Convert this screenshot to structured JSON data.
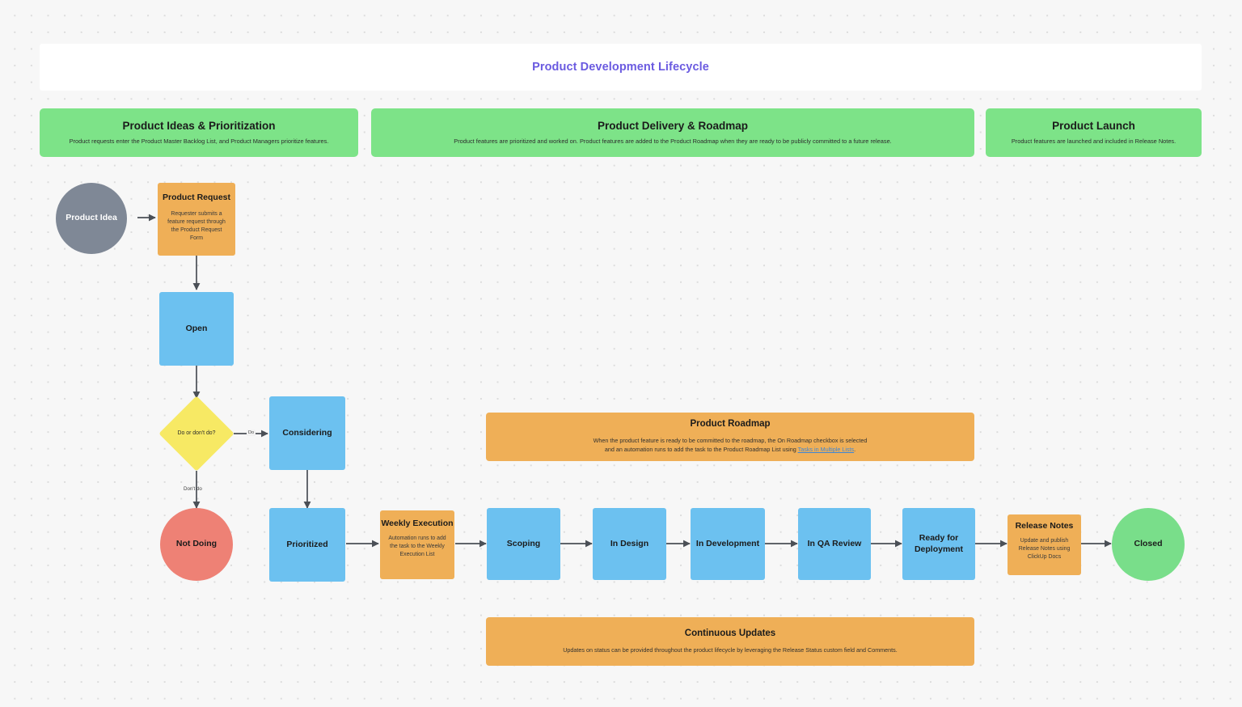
{
  "board": {
    "title": "Product Development Lifecycle",
    "title_color": "#6a5ae0"
  },
  "phases": [
    {
      "id": "ideas",
      "title": "Product Ideas & Prioritization",
      "subtitle": "Product requests enter the Product Master Backlog List, and Product Managers prioritize features.",
      "color": "#7de388"
    },
    {
      "id": "delivery",
      "title": "Product Delivery & Roadmap",
      "subtitle": "Product features are prioritized and worked on. Product features are added to the Product Roadmap when they are ready to be publicly committed to a future release.",
      "color": "#7de388"
    },
    {
      "id": "launch",
      "title": "Product Launch",
      "subtitle": "Product features are launched and included in Release Notes.",
      "color": "#7de388"
    }
  ],
  "nodes": {
    "product_idea": {
      "label": "Product Idea",
      "shape": "circle",
      "color": "#7f8896"
    },
    "product_request": {
      "label": "Product Request",
      "desc": "Requester submits a feature request through the Product Request Form",
      "shape": "rect",
      "color": "#efaf57"
    },
    "open": {
      "label": "Open",
      "shape": "rect",
      "color": "#6cc1f0"
    },
    "decision": {
      "label": "Do or don't do?",
      "shape": "diamond",
      "color": "#f7e964"
    },
    "not_doing": {
      "label": "Not Doing",
      "shape": "circle",
      "color": "#ee8175"
    },
    "considering": {
      "label": "Considering",
      "shape": "rect",
      "color": "#6cc1f0"
    },
    "prioritized": {
      "label": "Prioritized",
      "shape": "rect",
      "color": "#6cc1f0"
    },
    "weekly_execution": {
      "label": "Weekly Execution",
      "desc": "Automation runs to add the task to the Weekly Execution List",
      "shape": "rect",
      "color": "#efaf57"
    },
    "scoping": {
      "label": "Scoping",
      "shape": "rect",
      "color": "#6cc1f0"
    },
    "in_design": {
      "label": "In Design",
      "shape": "rect",
      "color": "#6cc1f0"
    },
    "in_development": {
      "label": "In Development",
      "shape": "rect",
      "color": "#6cc1f0"
    },
    "in_qa_review": {
      "label": "In QA Review",
      "shape": "rect",
      "color": "#6cc1f0"
    },
    "ready_for_deployment": {
      "label": "Ready for Deployment",
      "shape": "rect",
      "color": "#6cc1f0"
    },
    "release_notes": {
      "label": "Release Notes",
      "desc": "Update and publish Release Notes using ClickUp Docs",
      "shape": "rect",
      "color": "#efaf57"
    },
    "closed": {
      "label": "Closed",
      "shape": "circle",
      "color": "#79de8a"
    }
  },
  "edge_labels": {
    "do": "Do",
    "dont_do": "Don't do"
  },
  "callouts": {
    "roadmap": {
      "title": "Product Roadmap",
      "line1": "When the product feature is ready to be committed to the roadmap, the On Roadmap checkbox is selected",
      "line2_prefix": "and an automation runs to add the task to the Product Roadmap List using ",
      "link": "Tasks in Multiple Lists",
      "line2_suffix": ".",
      "color": "#efaf57"
    },
    "continuous": {
      "title": "Continuous Updates",
      "line1": "Updates on status can be provided throughout the product lifecycle by leveraging the Release Status custom field and Comments.",
      "color": "#efaf57"
    }
  }
}
